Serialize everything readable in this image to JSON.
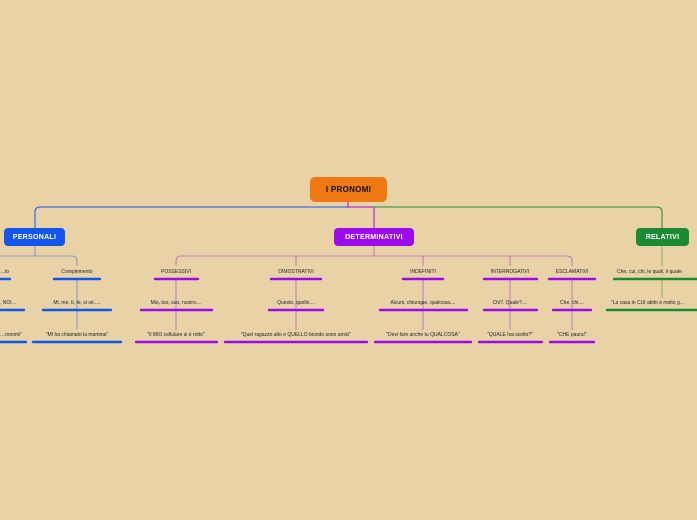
{
  "root": {
    "label": "I PRONOMI",
    "color": "#ee7814"
  },
  "branches": {
    "personali": {
      "label": "PERSONALI",
      "color": "#1256ee",
      "children": [
        {
          "label": "…to",
          "example": ", NOI…",
          "sentence": "…ronomi\""
        },
        {
          "label": "Complemento",
          "example": "Mi, me, ti, te, si sé.....",
          "sentence": "\"MI ha chiamato la mamma\""
        }
      ]
    },
    "determinativi": {
      "label": "DETERMINATIVI",
      "color": "#9b0bee",
      "children": [
        {
          "label": "POSSESSIVI",
          "example": "Mio, tuo, suo, nostro....",
          "sentence": "\"Il MIO cellulare si è rotto\""
        },
        {
          "label": "DIMOSTRATIVI",
          "example": "Questo, quello....",
          "sentence": "\"Quel ragazzo alto e QUELLO biondo sono amici\""
        },
        {
          "label": "INDEFINITI",
          "example": "Alcuni, chiunque, qualcosa....",
          "sentence": "\"Devi fare anche tu QUALCOSA\""
        },
        {
          "label": "INTERROGATIVI",
          "example": "Chi?. Quale?....",
          "sentence": "\"QUALE hai scelto?\""
        },
        {
          "label": "ESCLAMATIVI",
          "example": "Che, chi....",
          "sentence": "\"CHE paura!\""
        }
      ]
    },
    "relativi": {
      "label": "RELATIVI",
      "color": "#1a8b33",
      "children": [
        {
          "label": "Che, cui, chi, le quali, il quale",
          "example": "\"La casa in CUI abito è molto g…"
        }
      ]
    }
  }
}
